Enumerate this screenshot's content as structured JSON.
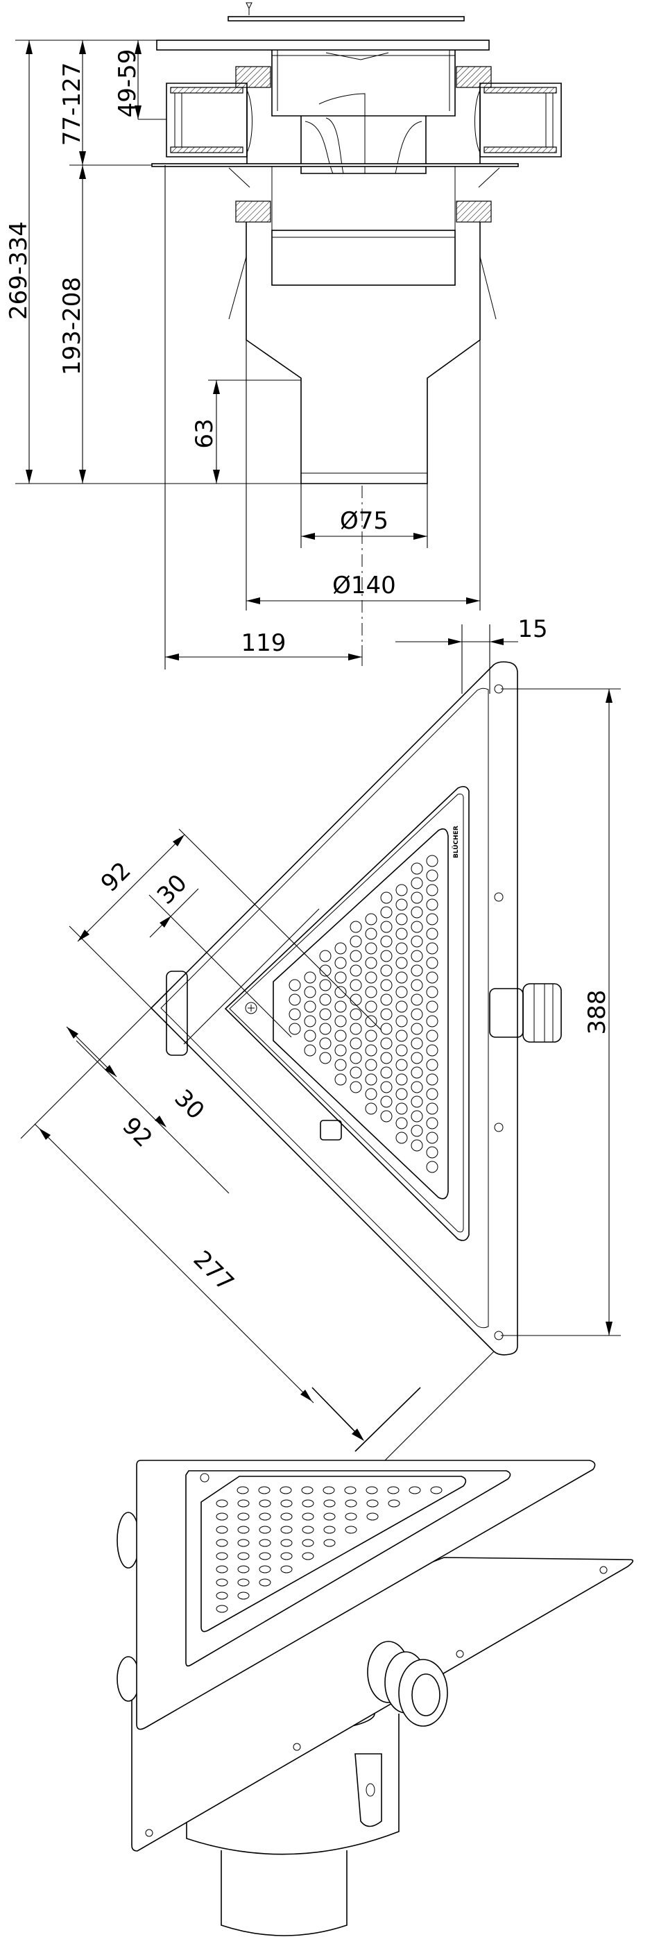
{
  "drawing": {
    "brand_mark": "BLÜCHER",
    "side_view": {
      "dimensions": {
        "total_height": "269-334",
        "upper_height": "77-127",
        "lower_height": "193-208",
        "outlet_height": "49-59",
        "spigot_length": "63",
        "spigot_diameter": "Ø75",
        "body_diameter": "Ø140"
      }
    },
    "top_view": {
      "dimensions": {
        "offset": "119",
        "wall_offset": "15",
        "height_side": "388",
        "diagonal": "277",
        "upper_92": "92",
        "upper_30": "30",
        "lower_30": "30",
        "lower_92": "92"
      }
    }
  }
}
